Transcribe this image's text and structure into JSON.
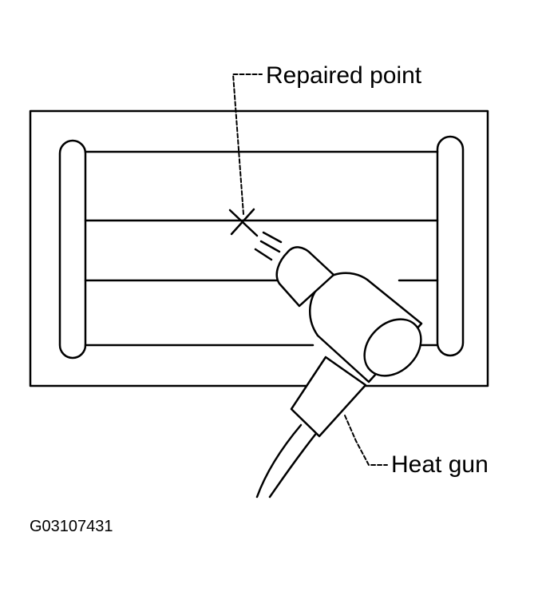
{
  "labels": {
    "repaired_point": "Repaired point",
    "heat_gun": "Heat gun"
  },
  "figure_id": "G03107431",
  "colors": {
    "ink": "#000000",
    "paper": "#ffffff"
  }
}
